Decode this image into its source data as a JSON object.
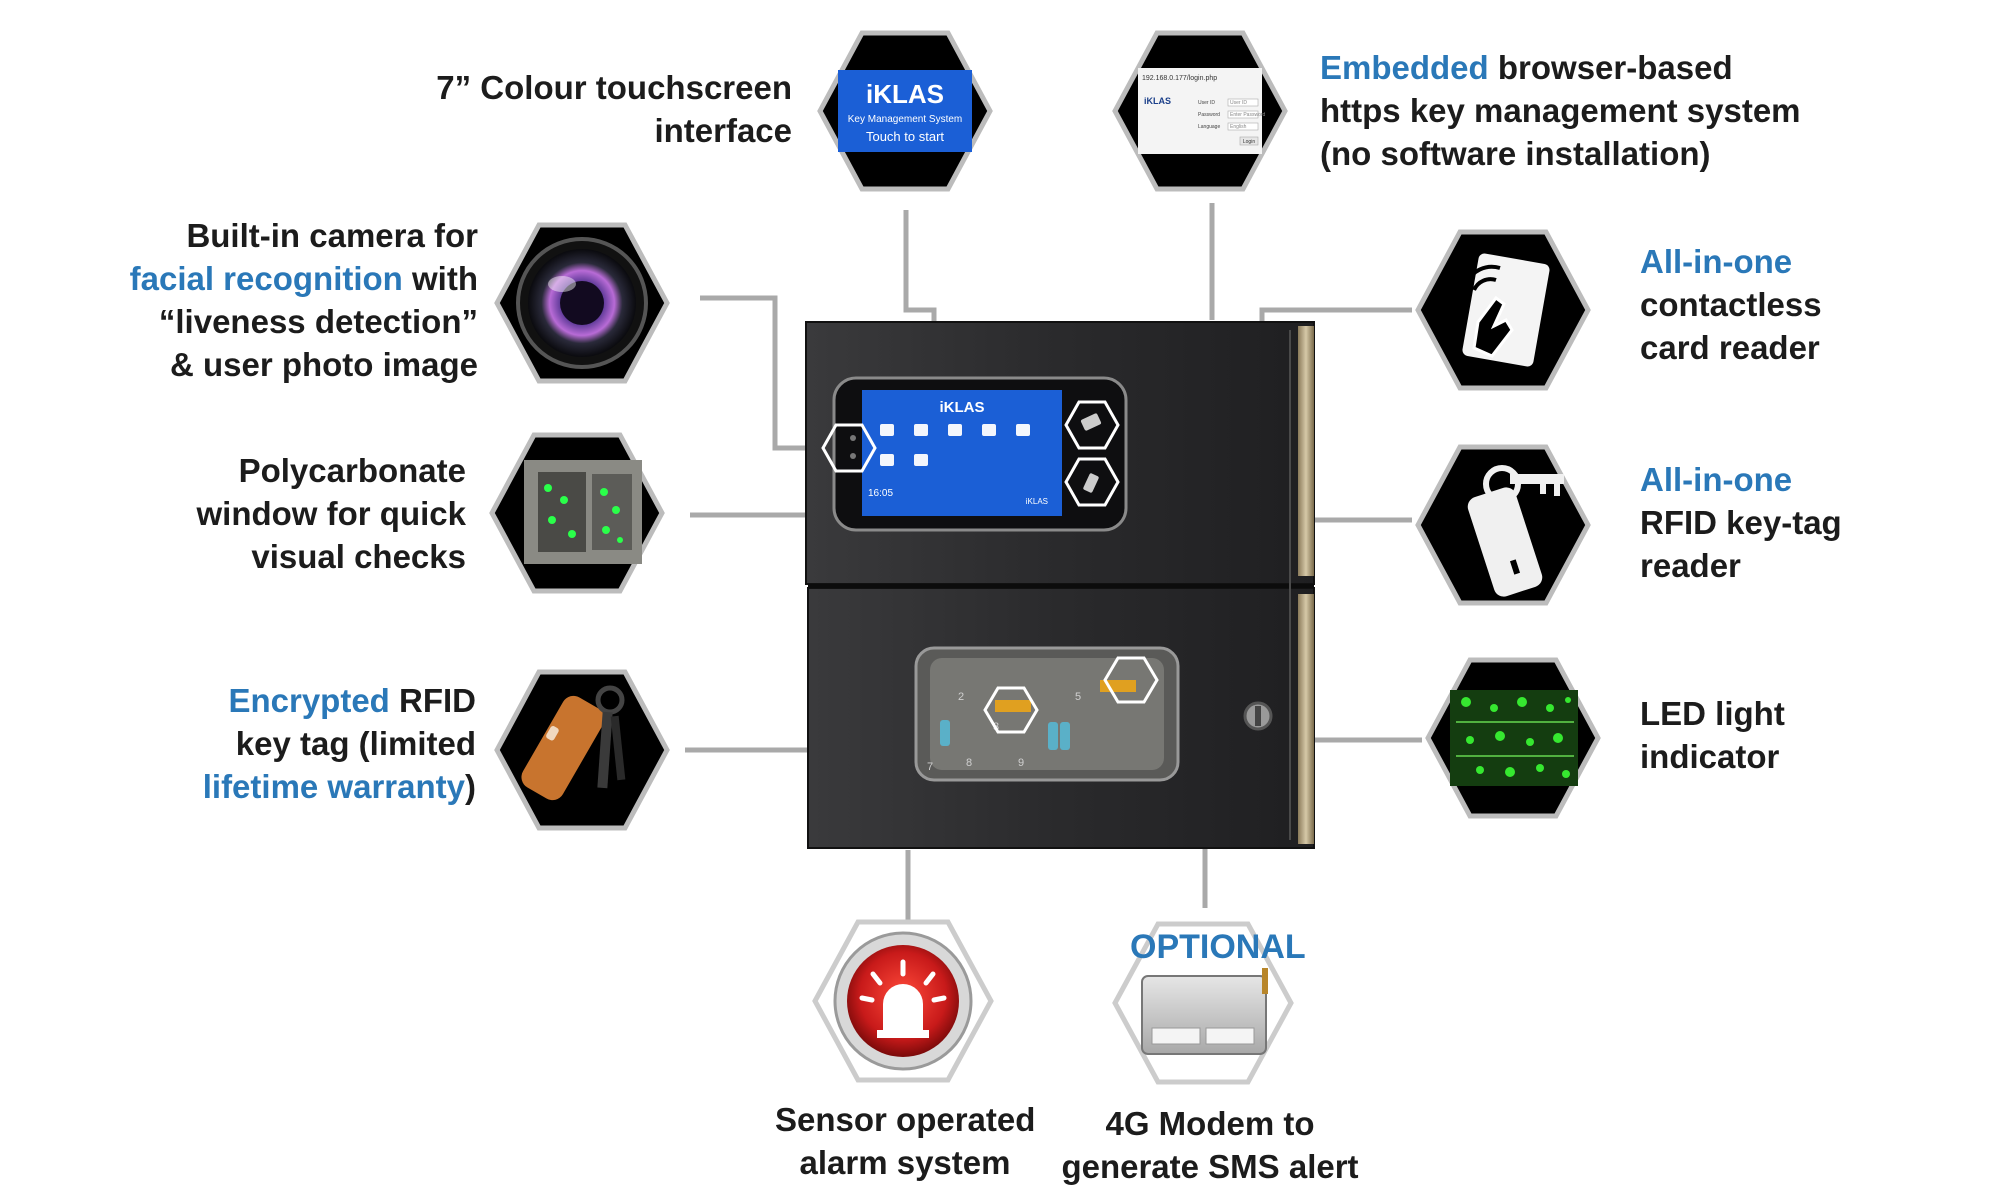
{
  "product": {
    "brand": "iKLAS",
    "screen_subtitle": "Key Management System",
    "screen_cta": "Touch to start",
    "screen_time": "16:05"
  },
  "browser_screenshot": {
    "address": "192.168.0.177/login.php",
    "brand": "iKLAS",
    "fields": [
      "User ID",
      "Password",
      "Language"
    ],
    "placeholders": [
      "User ID",
      "Enter Password",
      "English"
    ],
    "button": "Login"
  },
  "drawer_numbers": [
    "2",
    "3",
    "5",
    "7",
    "8",
    "9"
  ],
  "features": {
    "touchscreen": {
      "lines": [
        "7” Colour touchscreen",
        "interface"
      ]
    },
    "browser": {
      "line1_highlight": "Embedded",
      "line1_rest": " browser-based",
      "line2": "https key management system",
      "line3": "(no software installation)"
    },
    "camera": {
      "line1": "Built-in camera for",
      "line2_highlight": "facial recognition",
      "line2_rest": " with",
      "line3": "“liveness detection”",
      "line4": "& user photo image"
    },
    "card_reader": {
      "highlight": "All-in-one",
      "lines": [
        "contactless",
        "card reader"
      ]
    },
    "window": {
      "lines": [
        "Polycarbonate",
        "window for quick",
        "visual checks"
      ]
    },
    "rfid_reader": {
      "highlight": "All-in-one",
      "lines": [
        "RFID key-tag",
        "reader"
      ]
    },
    "key_tag": {
      "line1_highlight": "Encrypted",
      "line1_rest": " RFID",
      "line2": "key tag (limited",
      "line3_highlight": "lifetime warranty",
      "line3_rest": ")"
    },
    "led": {
      "lines": [
        "LED light",
        "indicator"
      ]
    },
    "alarm": {
      "lines": [
        "Sensor operated",
        "alarm system"
      ]
    },
    "modem": {
      "badge": "OPTIONAL",
      "lines": [
        "4G Modem to",
        "generate SMS alert"
      ]
    }
  },
  "colors": {
    "accent_blue": "#2a78b8",
    "text": "#1c1c1c",
    "connector": "#a9a9a9",
    "cabinet": "#2b2b2d",
    "screen_blue": "#1b5fd6",
    "alarm_red": "#c81a1a"
  },
  "icons": {
    "touchscreen": "touchscreen-icon",
    "browser": "browser-login-icon",
    "camera": "camera-lens-icon",
    "card_reader": "contactless-card-icon",
    "window": "polycarbonate-window-icon",
    "rfid_reader": "rfid-key-tag-icon",
    "key_tag": "encrypted-key-tag-icon",
    "led": "led-indicator-icon",
    "alarm": "alarm-siren-icon",
    "modem": "modem-icon"
  }
}
